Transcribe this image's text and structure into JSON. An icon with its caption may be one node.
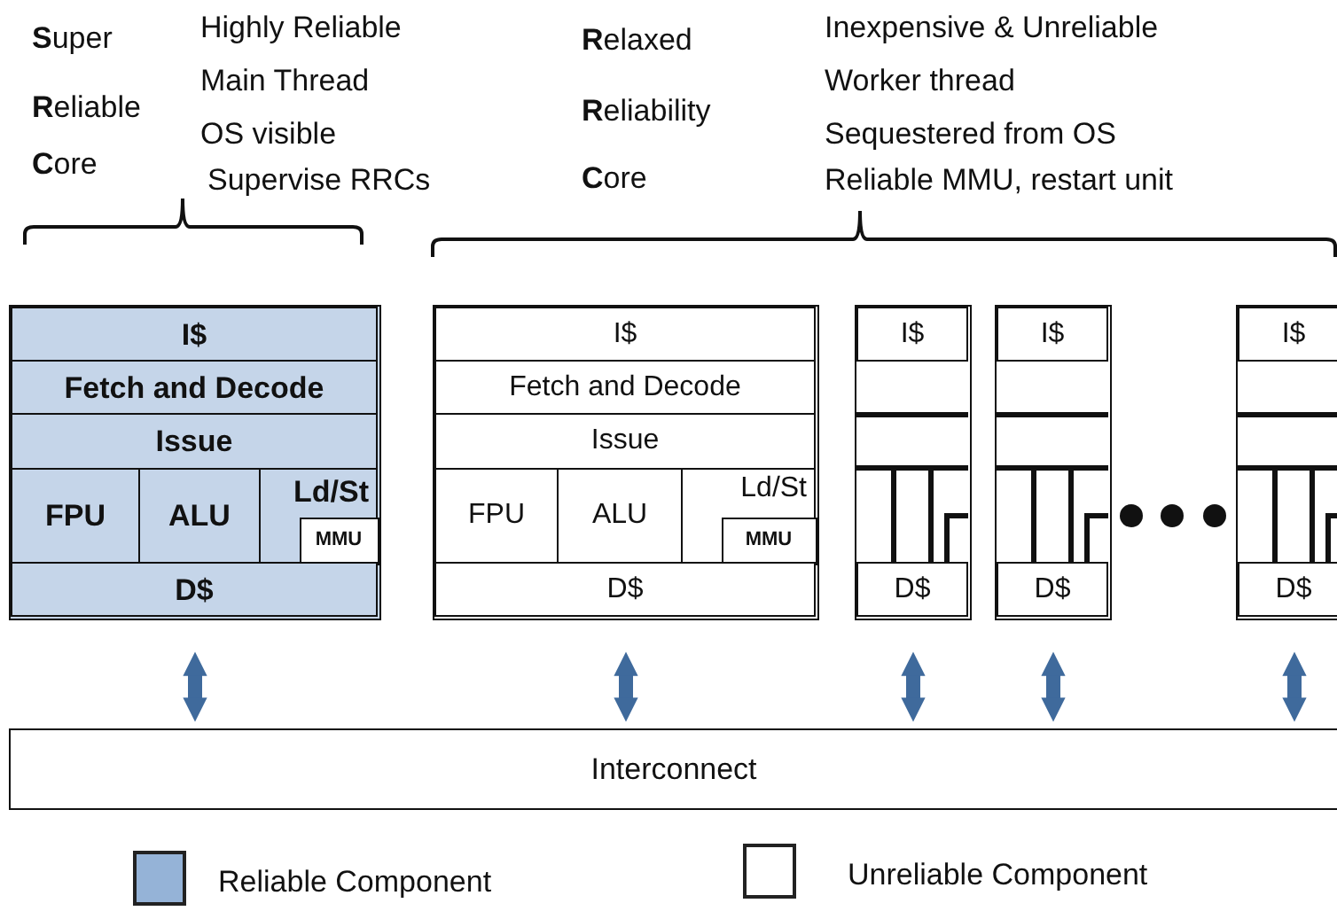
{
  "diagram": {
    "nodes": [
      {
        "text": [],
        "shape": "box"
      },
      {
        "text": [
          "I$"
        ],
        "in": 0
      },
      {
        "text": [
          "Fetch and Decode"
        ],
        "in": 0
      },
      {
        "text": [
          "Issue"
        ],
        "in": 0
      },
      {
        "text": [
          "FPU"
        ],
        "in": 0
      },
      {
        "text": [
          "ALU"
        ],
        "in": 0
      },
      {
        "text": [
          "Ld/St"
        ],
        "in": 0
      },
      {
        "text": [
          "MMU"
        ],
        "in": 6
      },
      {
        "text": [
          "D$"
        ],
        "in": 0
      },
      {
        "text": [],
        "shape": "box"
      },
      {
        "text": [
          "I$"
        ],
        "in": 9
      },
      {
        "text": [
          "Fetch and Decode"
        ],
        "in": 9
      },
      {
        "text": [
          "Issue"
        ],
        "in": 9
      },
      {
        "text": [
          "FPU"
        ],
        "in": 9
      },
      {
        "text": [
          "ALU"
        ],
        "in": 9
      },
      {
        "text": [
          "Ld/St"
        ],
        "in": 9
      },
      {
        "text": [
          "MMU"
        ],
        "in": 15
      },
      {
        "text": [
          "D$"
        ],
        "in": 9
      },
      {
        "text": [],
        "shape": "box"
      },
      {
        "text": [
          "I$"
        ],
        "in": 18
      },
      {
        "text": [
          "D$"
        ],
        "in": 18
      },
      {
        "text": [],
        "shape": "box"
      },
      {
        "text": [
          "I$"
        ],
        "in": 21
      },
      {
        "text": [
          "D$"
        ],
        "in": 21
      },
      {
        "text": [],
        "shape": "box"
      },
      {
        "text": [
          "I$"
        ],
        "in": 24
      },
      {
        "text": [
          "D$"
        ],
        "in": 24
      },
      {
        "text": [
          "Interconnect"
        ]
      }
    ],
    "edges": [
      {
        "from": 0,
        "to": 27,
        "arrow": "both"
      },
      {
        "from": 9,
        "to": 27,
        "arrow": "both"
      },
      {
        "from": 18,
        "to": 27,
        "arrow": "both"
      },
      {
        "from": 21,
        "to": 27,
        "arrow": "both"
      },
      {
        "from": 24,
        "to": 27,
        "arrow": "both"
      }
    ],
    "labels": [
      "**S**uper",
      "**R**eliable",
      "**C**ore",
      "Highly Reliable",
      "Main Thread",
      "OS visible",
      "Supervise RRCs",
      "**R**elaxed",
      "**R**eliability",
      "**C**ore",
      "Inexpensive & Unreliable",
      "Worker thread",
      "Sequestered from OS",
      "Reliable MMU, restart unit"
    ],
    "legend": [
      {
        "text": "Reliable Component",
        "color": "#95b3d7"
      },
      {
        "text": "Unreliable Component",
        "color": "#ffffff"
      }
    ]
  }
}
